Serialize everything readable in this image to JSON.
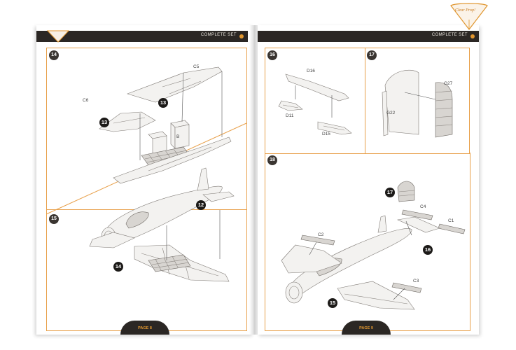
{
  "header": {
    "title": "COMPLETE SET"
  },
  "logo": {
    "brand_text": "Clear Prop!"
  },
  "left_page": {
    "footer": "PAGE 8",
    "steps": [
      {
        "number": "14",
        "labels": [
          "C5",
          "C6",
          "B"
        ],
        "callouts": [
          "13",
          "13"
        ]
      },
      {
        "number": "15",
        "callouts": [
          "12",
          "14"
        ]
      }
    ]
  },
  "right_page": {
    "footer": "PAGE 9",
    "steps": [
      {
        "number": "16",
        "labels": [
          "D16",
          "D11",
          "D15"
        ]
      },
      {
        "number": "17",
        "labels": [
          "G27",
          "G22"
        ]
      },
      {
        "number": "18",
        "labels": [
          "C2",
          "C4",
          "C1",
          "C3"
        ],
        "callouts": [
          "17",
          "16",
          "15"
        ]
      }
    ]
  },
  "colors": {
    "accent": "#e0962f",
    "frame": "#e8a04a",
    "header_bg": "#2b2724"
  }
}
